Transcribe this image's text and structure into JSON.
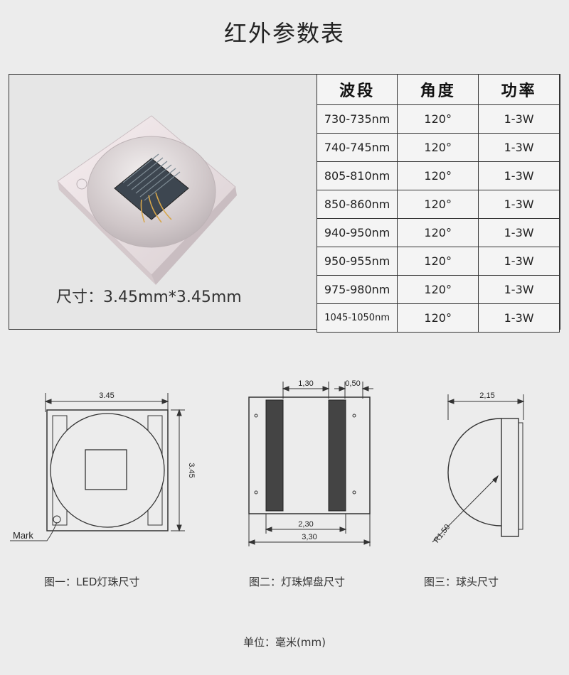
{
  "title": "红外参数表",
  "size_label": "尺寸：3.45mm*3.45mm",
  "table": {
    "headers": [
      "波段",
      "角度",
      "功率"
    ],
    "rows": [
      [
        "730-735nm",
        "120°",
        "1-3W"
      ],
      [
        "740-745nm",
        "120°",
        "1-3W"
      ],
      [
        "805-810nm",
        "120°",
        "1-3W"
      ],
      [
        "850-860nm",
        "120°",
        "1-3W"
      ],
      [
        "940-950nm",
        "120°",
        "1-3W"
      ],
      [
        "950-955nm",
        "120°",
        "1-3W"
      ],
      [
        "975-980nm",
        "120°",
        "1-3W"
      ],
      [
        "1045-1050nm",
        "120°",
        "1-3W"
      ]
    ]
  },
  "figures": {
    "fig1": {
      "caption": "图一：LED灯珠尺寸",
      "width_dim": "3.45",
      "height_dim": "3.45",
      "mark_label": "Mark"
    },
    "fig2": {
      "caption": "图二：灯珠焊盘尺寸",
      "dim_top_a": "1,30",
      "dim_top_b": "0,50",
      "dim_bottom_a": "2,30",
      "dim_bottom_b": "3,30"
    },
    "fig3": {
      "caption": "图三：球头尺寸",
      "width_dim": "2,15",
      "radius_dim": "R1,50"
    }
  },
  "unit_note": "单位：毫米(mm)",
  "colors": {
    "background": "#ececec",
    "line": "#333333",
    "pad_fill": "#444444"
  }
}
